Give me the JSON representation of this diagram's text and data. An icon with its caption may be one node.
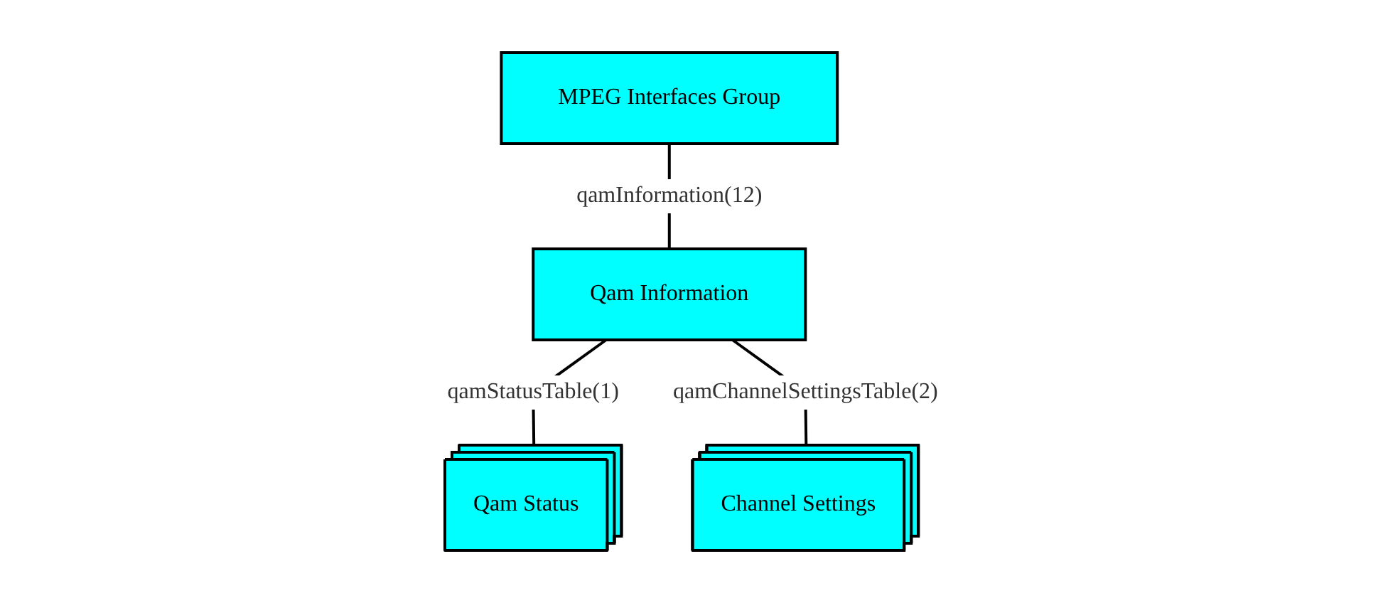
{
  "diagram": {
    "nodes": [
      {
        "text": [
          "MPEG Interfaces Group"
        ]
      },
      {
        "text": [
          "Qam Information"
        ]
      },
      {
        "text": [
          "Qam Status"
        ]
      },
      {
        "text": [
          "Channel Settings"
        ]
      }
    ],
    "edges": [
      {
        "from": 0,
        "to": 1,
        "arrow": "none",
        "label": "qamInformation(12)"
      },
      {
        "from": 1,
        "to": 2,
        "arrow": "none",
        "label": "qamStatusTable(1)"
      },
      {
        "from": 1,
        "to": 3,
        "arrow": "none",
        "label": "qamChannelSettingsTable(2)"
      }
    ]
  }
}
